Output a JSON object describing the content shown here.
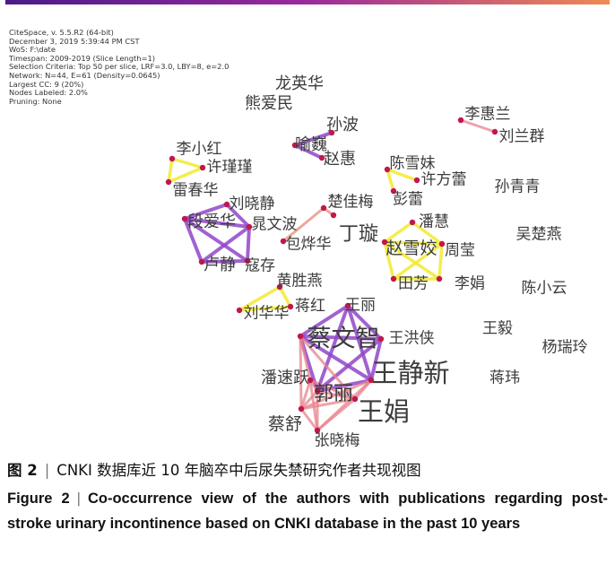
{
  "info_lines": [
    "CiteSpace, v. 5.5.R2 (64-bit)",
    "December 3, 2019 5:39:44 PM CST",
    "WoS: F:\\date",
    "Timespan: 2009-2019 (Slice Length=1)",
    "Selection Criteria: Top 50 per slice, LRF=3.0, LBY=8, e=2.0",
    "Network: N=44, E=61 (Density=0.0645)",
    "Largest CC: 9 (20%)",
    "Nodes Labeled: 2.0%",
    "Pruning: None"
  ],
  "colors": {
    "purple": "#9146c8",
    "pink": "#e8838c",
    "yellow": "#f2ea2e",
    "salmon": "#e79a86"
  },
  "network": {
    "nodes": [
      {
        "id": "longyinghua",
        "label": "龙英华"
      },
      {
        "id": "xiongaimin",
        "label": "熊爱民"
      },
      {
        "id": "sunbo",
        "label": "孙波"
      },
      {
        "id": "yuwei",
        "label": "喻巍"
      },
      {
        "id": "zhaohui",
        "label": "赵惠"
      },
      {
        "id": "lihuilan",
        "label": "李惠兰"
      },
      {
        "id": "liulanqun",
        "label": "刘兰群"
      },
      {
        "id": "lixiaohong",
        "label": "李小红"
      },
      {
        "id": "xujinjin",
        "label": "许瑾瑾"
      },
      {
        "id": "leichunhua",
        "label": "雷春华"
      },
      {
        "id": "chenxuemei",
        "label": "陈雪妹"
      },
      {
        "id": "xufanglei",
        "label": "许方蕾"
      },
      {
        "id": "penglei",
        "label": "彭蕾"
      },
      {
        "id": "sunqingqing",
        "label": "孙青青"
      },
      {
        "id": "liuxiaojing",
        "label": "刘晓静"
      },
      {
        "id": "chujiamei",
        "label": "楚佳梅"
      },
      {
        "id": "duanaihua",
        "label": "段爱华"
      },
      {
        "id": "chaowenbo",
        "label": "晁文波"
      },
      {
        "id": "dingxuan",
        "label": "丁璇"
      },
      {
        "id": "panhui",
        "label": "潘慧"
      },
      {
        "id": "wuchuyan",
        "label": "吴楚燕"
      },
      {
        "id": "baohuahua",
        "label": "包烨华"
      },
      {
        "id": "zhaoxuejiao",
        "label": "赵雪姣"
      },
      {
        "id": "zhouying",
        "label": "周莹"
      },
      {
        "id": "lujing",
        "label": "卢静"
      },
      {
        "id": "koucun",
        "label": "寇存"
      },
      {
        "id": "huangshengyan",
        "label": "黄胜燕"
      },
      {
        "id": "tianfang",
        "label": "田芳"
      },
      {
        "id": "lijuan",
        "label": "李娟"
      },
      {
        "id": "chenxiaoyun",
        "label": "陈小云"
      },
      {
        "id": "jianghong",
        "label": "蒋红"
      },
      {
        "id": "wangli",
        "label": "王丽"
      },
      {
        "id": "liuhuahua",
        "label": "刘华华"
      },
      {
        "id": "caiwenzhi",
        "label": "蔡文智"
      },
      {
        "id": "wanghongxia",
        "label": "王洪侠"
      },
      {
        "id": "wangyi",
        "label": "王毅"
      },
      {
        "id": "yangruiling",
        "label": "杨瑞玲"
      },
      {
        "id": "wangjingxin",
        "label": "王静新"
      },
      {
        "id": "pansuyue",
        "label": "潘速跃"
      },
      {
        "id": "jiangwei",
        "label": "蒋玮"
      },
      {
        "id": "guoli",
        "label": "郭丽"
      },
      {
        "id": "wangjuan",
        "label": "王娟"
      },
      {
        "id": "caishu",
        "label": "蔡舒"
      },
      {
        "id": "zhangxiaomei",
        "label": "张晓梅"
      }
    ],
    "edges": [
      {
        "a": "sunbo",
        "b": "yuwei",
        "color": "purple"
      },
      {
        "a": "yuwei",
        "b": "zhaohui",
        "color": "purple"
      },
      {
        "a": "lihuilan",
        "b": "liulanqun",
        "color": "pink"
      },
      {
        "a": "lixiaohong",
        "b": "xujinjin",
        "color": "yellow"
      },
      {
        "a": "lixiaohong",
        "b": "leichunhua",
        "color": "yellow"
      },
      {
        "a": "xujinjin",
        "b": "leichunhua",
        "color": "yellow"
      },
      {
        "a": "chenxuemei",
        "b": "xufanglei",
        "color": "yellow"
      },
      {
        "a": "chenxuemei",
        "b": "penglei",
        "color": "yellow"
      },
      {
        "a": "chujiamei",
        "b": "baohuahua",
        "color": "salmon"
      },
      {
        "a": "chujiamei",
        "b": "dingxuan",
        "color": "salmon"
      },
      {
        "a": "duanaihua",
        "b": "chaowenbo",
        "color": "purple"
      },
      {
        "a": "duanaihua",
        "b": "lujing",
        "color": "purple"
      },
      {
        "a": "duanaihua",
        "b": "koucun",
        "color": "purple"
      },
      {
        "a": "duanaihua",
        "b": "liuxiaojing",
        "color": "purple"
      },
      {
        "a": "chaowenbo",
        "b": "lujing",
        "color": "purple"
      },
      {
        "a": "chaowenbo",
        "b": "koucun",
        "color": "purple"
      },
      {
        "a": "lujing",
        "b": "koucun",
        "color": "purple"
      },
      {
        "a": "liuxiaojing",
        "b": "chaowenbo",
        "color": "purple"
      },
      {
        "a": "panhui",
        "b": "zhaoxuejiao",
        "color": "yellow"
      },
      {
        "a": "panhui",
        "b": "zhouying",
        "color": "yellow"
      },
      {
        "a": "zhaoxuejiao",
        "b": "zhouying",
        "color": "yellow"
      },
      {
        "a": "zhaoxuejiao",
        "b": "tianfang",
        "color": "yellow"
      },
      {
        "a": "zhaoxuejiao",
        "b": "lijuan",
        "color": "yellow"
      },
      {
        "a": "zhouying",
        "b": "lijuan",
        "color": "yellow"
      },
      {
        "a": "tianfang",
        "b": "lijuan",
        "color": "yellow"
      },
      {
        "a": "zhouying",
        "b": "tianfang",
        "color": "yellow"
      },
      {
        "a": "huangshengyan",
        "b": "liuhuahua",
        "color": "yellow"
      },
      {
        "a": "huangshengyan",
        "b": "jianghong",
        "color": "yellow"
      },
      {
        "a": "liuhuahua",
        "b": "jianghong",
        "color": "yellow"
      },
      {
        "a": "wangli",
        "b": "caiwenzhi",
        "color": "purple"
      },
      {
        "a": "wangli",
        "b": "wanghongxia",
        "color": "purple"
      },
      {
        "a": "wangli",
        "b": "wangjingxin",
        "color": "purple"
      },
      {
        "a": "wangli",
        "b": "guoli",
        "color": "purple"
      },
      {
        "a": "caiwenzhi",
        "b": "wanghongxia",
        "color": "purple"
      },
      {
        "a": "caiwenzhi",
        "b": "wangjingxin",
        "color": "purple"
      },
      {
        "a": "caiwenzhi",
        "b": "guoli",
        "color": "purple"
      },
      {
        "a": "wanghongxia",
        "b": "wangjingxin",
        "color": "purple"
      },
      {
        "a": "wanghongxia",
        "b": "guoli",
        "color": "purple"
      },
      {
        "a": "wangjingxin",
        "b": "guoli",
        "color": "purple"
      },
      {
        "a": "caiwenzhi",
        "b": "pansuyue",
        "color": "pink"
      },
      {
        "a": "caiwenzhi",
        "b": "wangjuan",
        "color": "pink"
      },
      {
        "a": "caiwenzhi",
        "b": "caishu",
        "color": "pink"
      },
      {
        "a": "pansuyue",
        "b": "guoli",
        "color": "pink"
      },
      {
        "a": "pansuyue",
        "b": "wangjuan",
        "color": "pink"
      },
      {
        "a": "pansuyue",
        "b": "caishu",
        "color": "pink"
      },
      {
        "a": "pansuyue",
        "b": "zhangxiaomei",
        "color": "pink"
      },
      {
        "a": "guoli",
        "b": "wangjuan",
        "color": "pink"
      },
      {
        "a": "guoli",
        "b": "caishu",
        "color": "pink"
      },
      {
        "a": "guoli",
        "b": "zhangxiaomei",
        "color": "pink"
      },
      {
        "a": "wangjuan",
        "b": "caishu",
        "color": "pink"
      },
      {
        "a": "wangjuan",
        "b": "zhangxiaomei",
        "color": "pink"
      },
      {
        "a": "caishu",
        "b": "zhangxiaomei",
        "color": "pink"
      },
      {
        "a": "wangjingxin",
        "b": "wangjuan",
        "color": "pink"
      },
      {
        "a": "wangjingxin",
        "b": "caishu",
        "color": "pink"
      },
      {
        "a": "wangjingxin",
        "b": "zhangxiaomei",
        "color": "pink"
      }
    ]
  },
  "caption": {
    "cn_label": "图 2",
    "cn_text": "CNKI 数据库近 10 年脑卒中后尿失禁研究作者共现视图",
    "en_label": "Figure 2",
    "en_text": "Co-occurrence view of the authors with publications regarding post-stroke urinary incontinence based on CNKI database in the past 10 years",
    "separator": "|"
  }
}
